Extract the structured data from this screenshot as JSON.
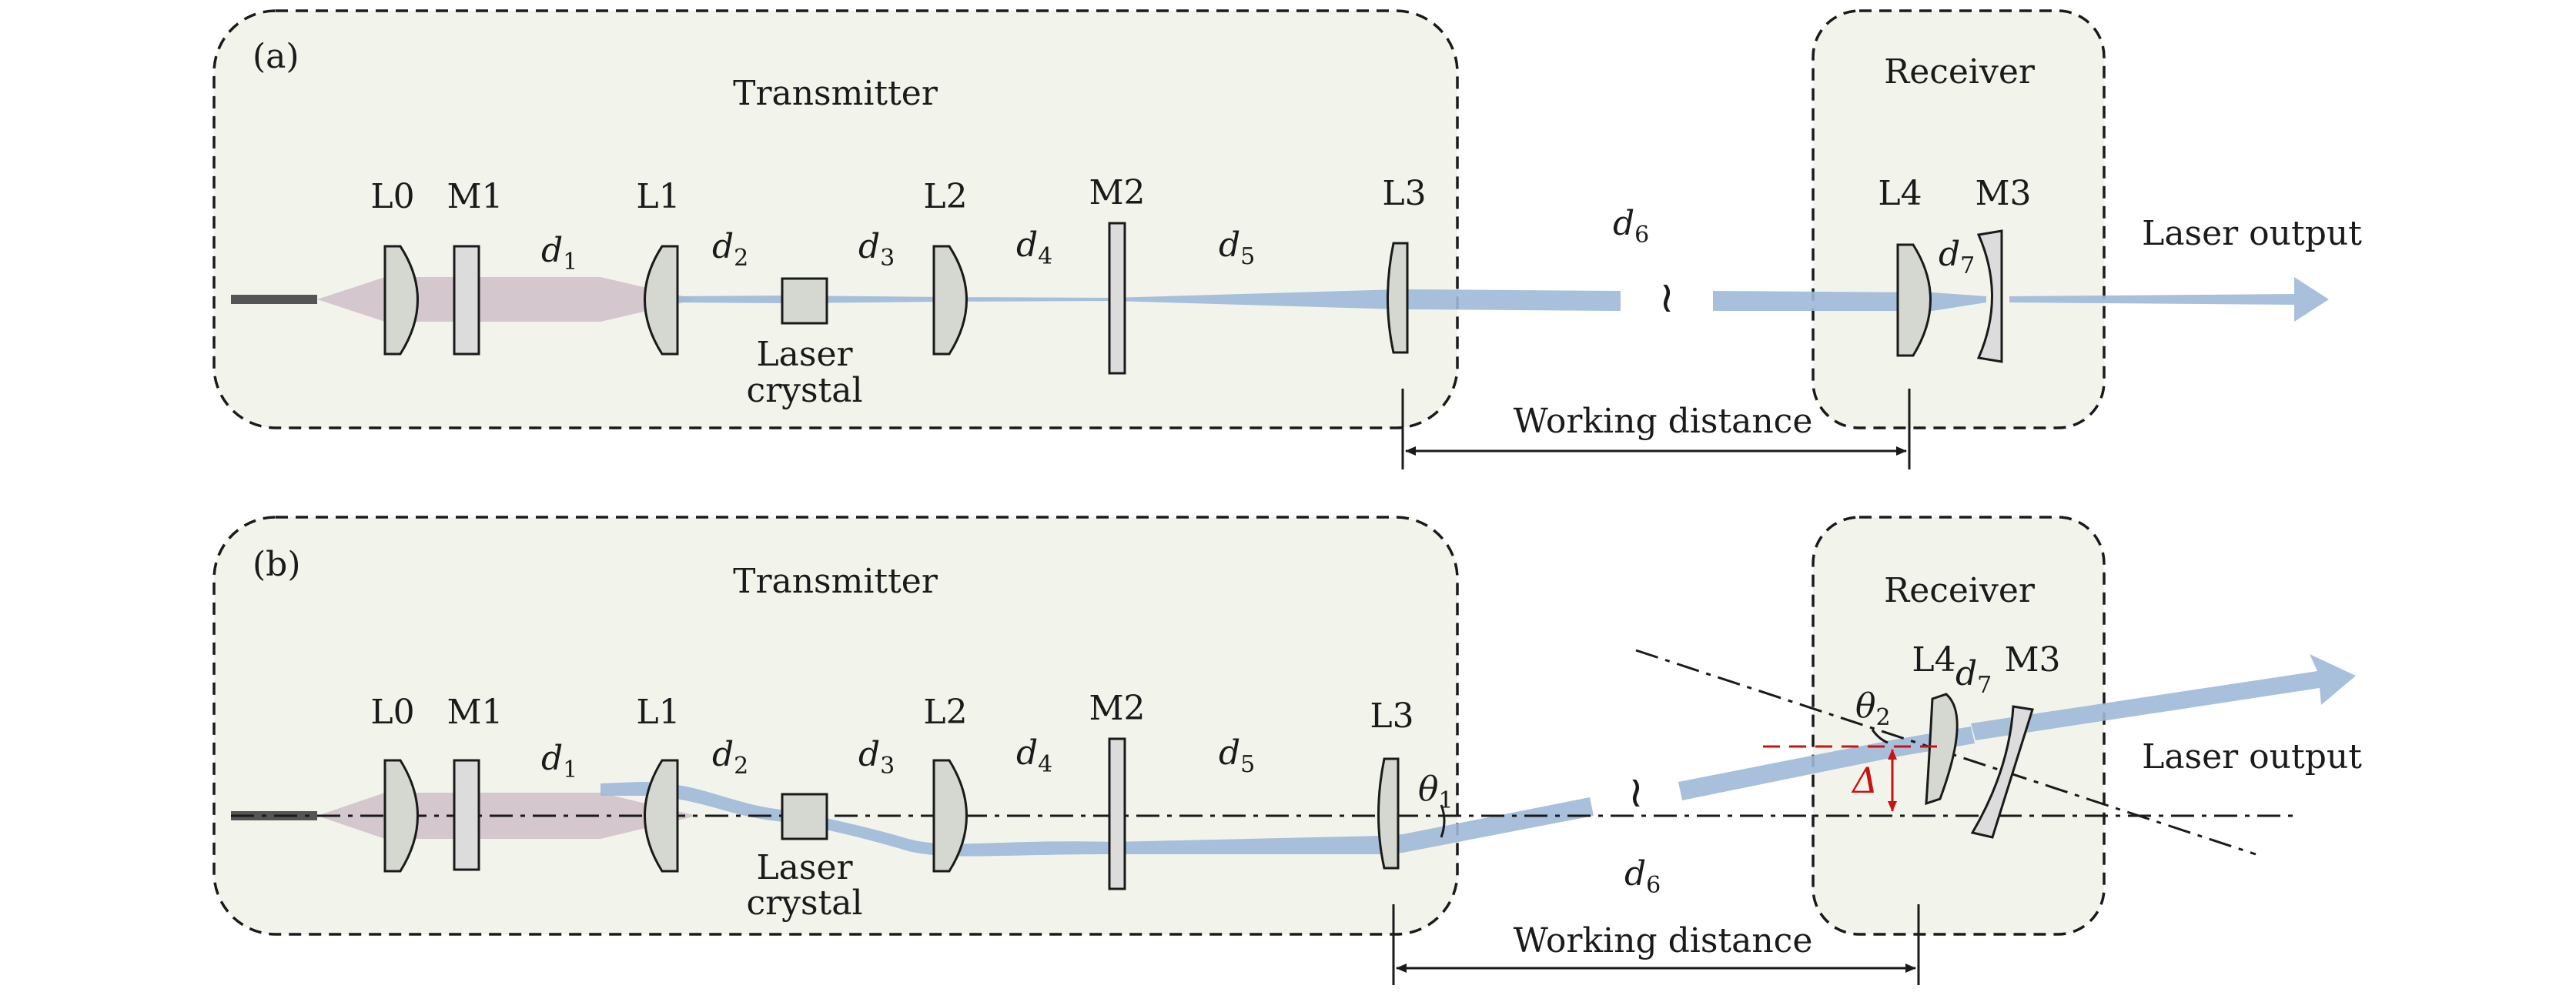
{
  "panel_a": {
    "tag": "(a)",
    "transmitter_title": "Transmitter",
    "receiver_title": "Receiver",
    "components": {
      "l0": "L0",
      "m1": "M1",
      "l1": "L1",
      "l2": "L2",
      "m2": "M2",
      "l3": "L3",
      "l4": "L4",
      "m3": "M3"
    },
    "crystal_line1": "Laser",
    "crystal_line2": "crystal",
    "distances": {
      "d1": "d",
      "d1_sub": "1",
      "d2": "d",
      "d2_sub": "2",
      "d3": "d",
      "d3_sub": "3",
      "d4": "d",
      "d4_sub": "4",
      "d5": "d",
      "d5_sub": "5",
      "d6": "d",
      "d6_sub": "6",
      "d7": "d",
      "d7_sub": "7"
    },
    "break_symbol": "≀",
    "working_distance": "Working distance",
    "laser_output": "Laser output"
  },
  "panel_b": {
    "tag": "(b)",
    "transmitter_title": "Transmitter",
    "receiver_title": "Receiver",
    "components": {
      "l0": "L0",
      "m1": "M1",
      "l1": "L1",
      "l2": "L2",
      "m2": "M2",
      "l3": "L3",
      "l4": "L4",
      "m3": "M3"
    },
    "crystal_line1": "Laser",
    "crystal_line2": "crystal",
    "distances": {
      "d1": "d",
      "d1_sub": "1",
      "d2": "d",
      "d2_sub": "2",
      "d3": "d",
      "d3_sub": "3",
      "d4": "d",
      "d4_sub": "4",
      "d5": "d",
      "d5_sub": "5",
      "d6": "d",
      "d6_sub": "6",
      "d7": "d",
      "d7_sub": "7"
    },
    "theta1": "θ",
    "theta1_sub": "1",
    "theta2": "θ",
    "theta2_sub": "2",
    "delta": "Δ",
    "break_symbol": "≀",
    "working_distance": "Working distance",
    "laser_output": "Laser output"
  },
  "colors": {
    "laser_beam": "#9fb9d8",
    "pump_beam": "#c9b8c4",
    "box_fill": "#f2f4ec",
    "offset_marker": "#cc1111"
  }
}
